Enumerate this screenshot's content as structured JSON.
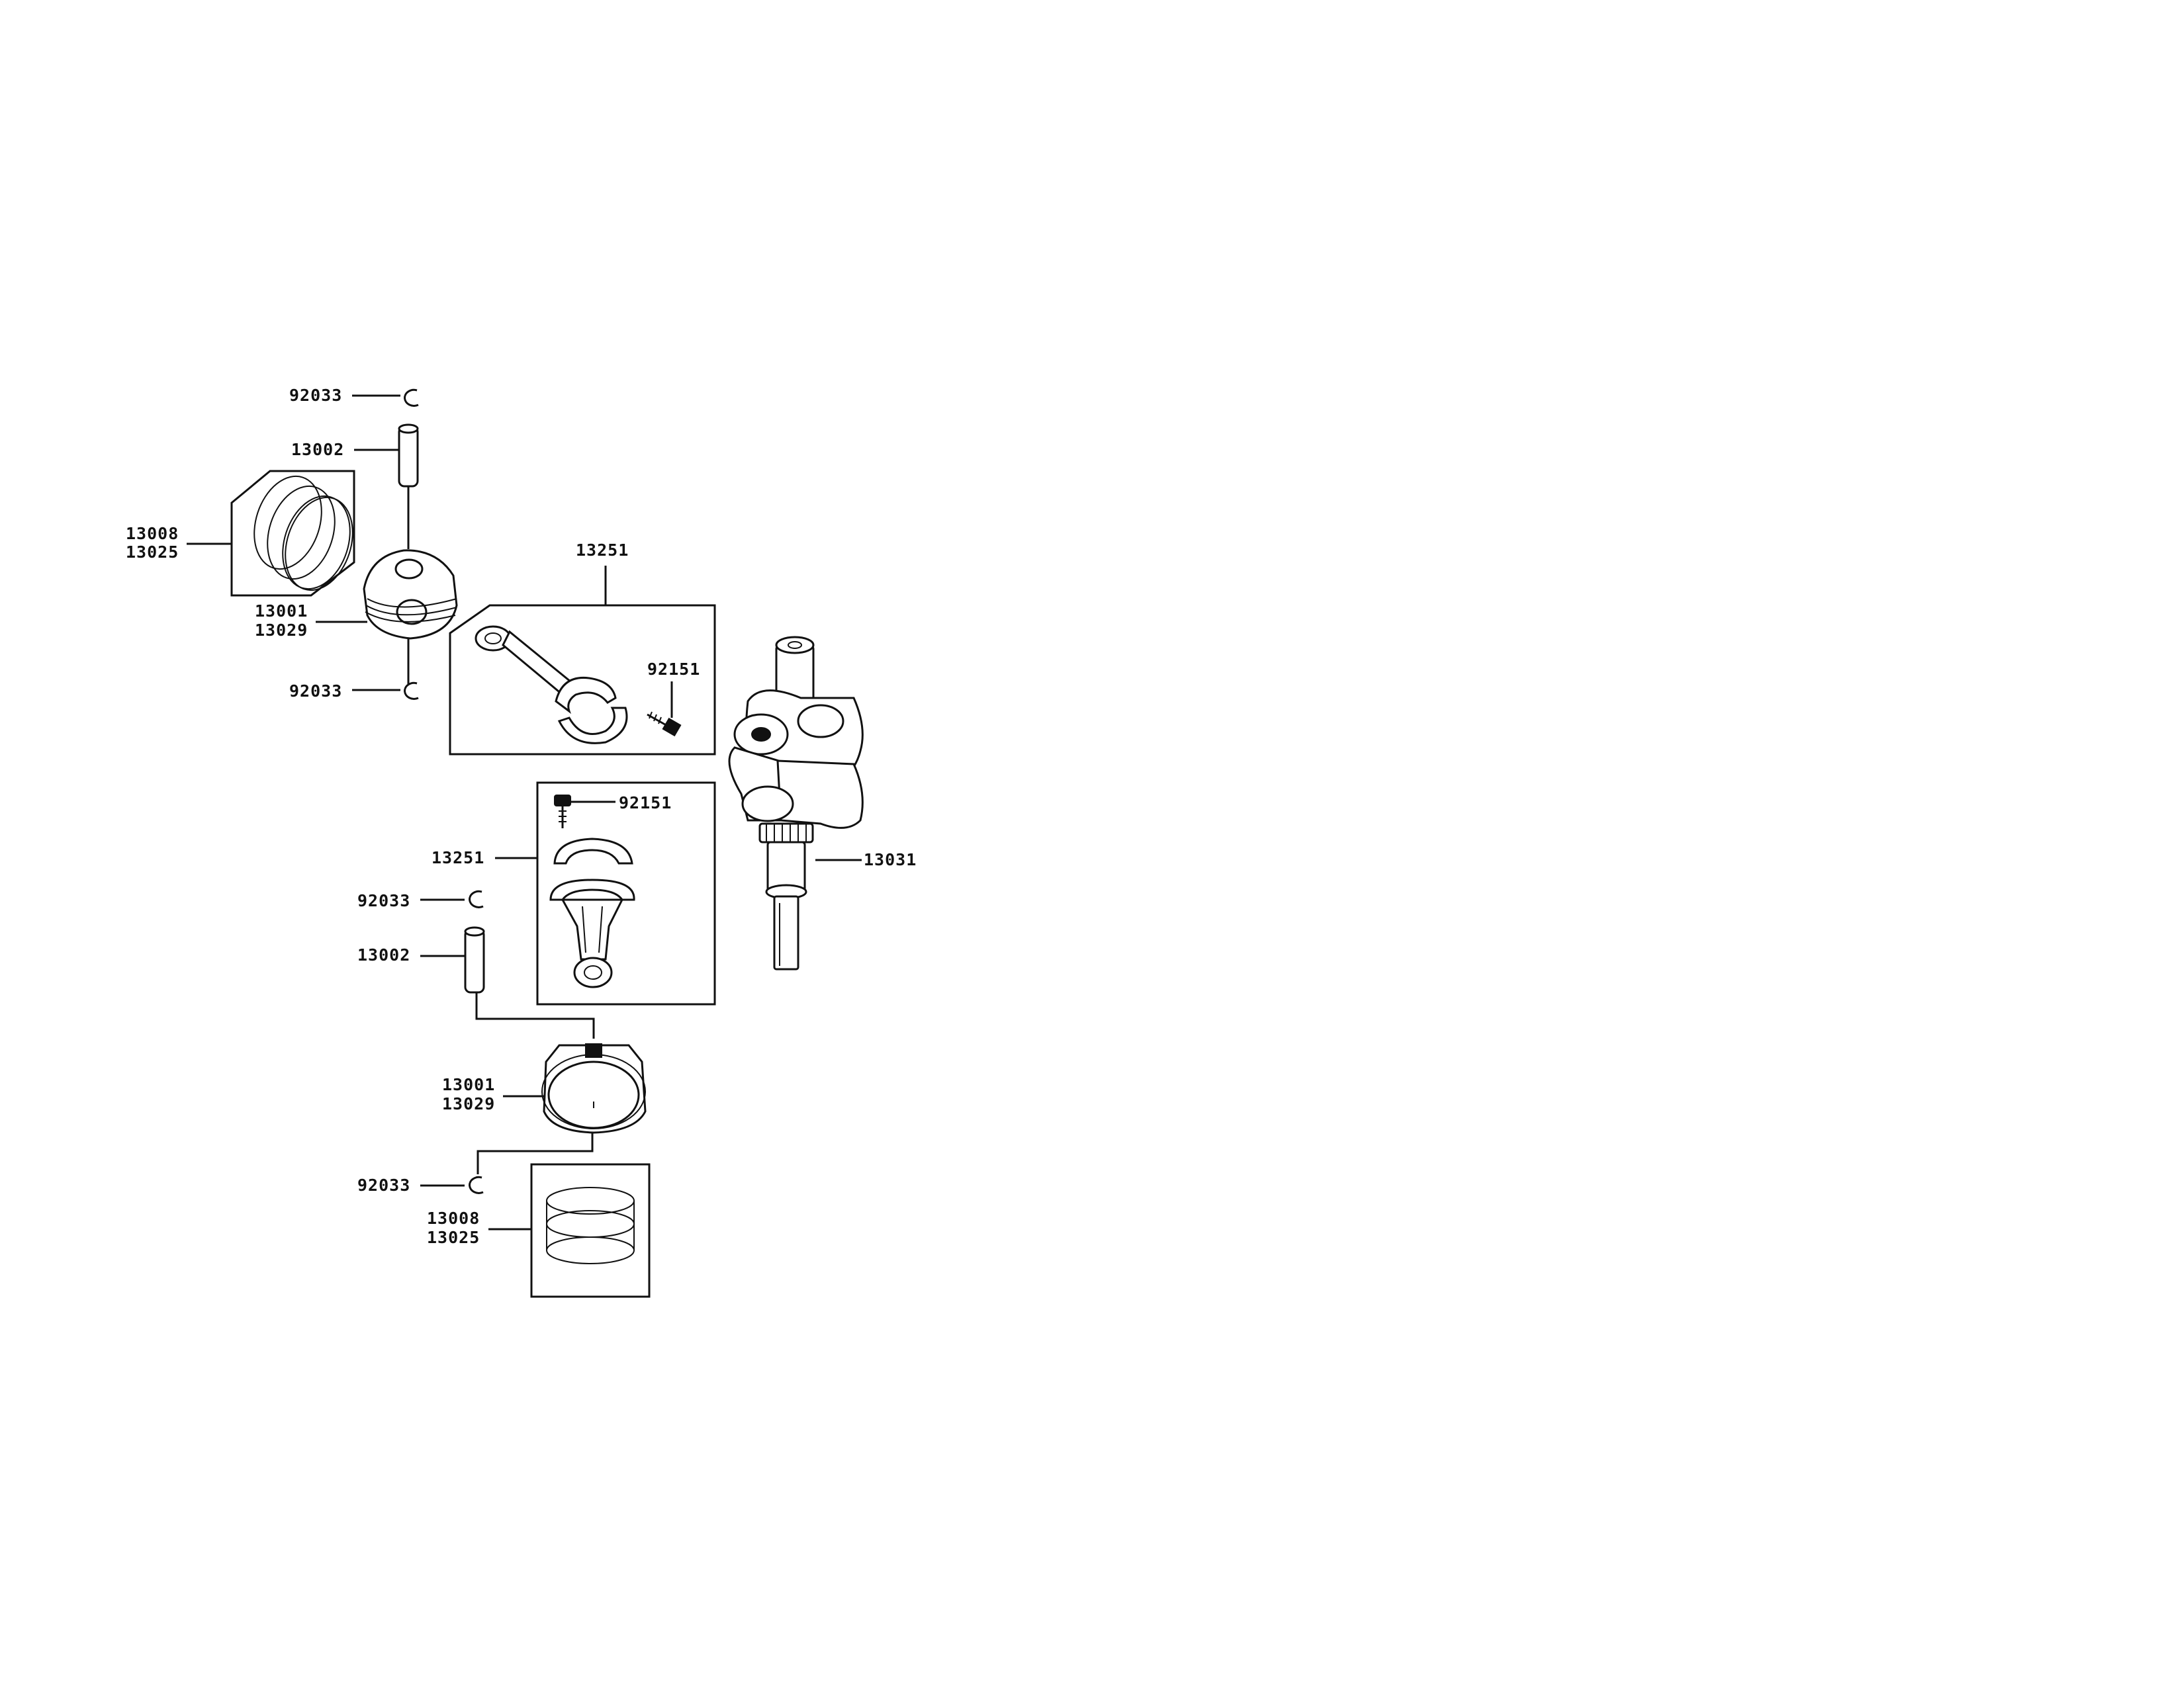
{
  "labels": {
    "top_clip_upper": "92033",
    "top_pin": "13002",
    "top_rings_a": "13008",
    "top_rings_b": "13025",
    "top_piston_a": "13001",
    "top_piston_b": "13029",
    "top_clip_lower": "92033",
    "top_rod": "13251",
    "top_bolt": "92151",
    "crankshaft": "13031",
    "bottom_bolt": "92151",
    "bottom_rod": "13251",
    "bottom_clip_upper": "92033",
    "bottom_pin": "13002",
    "bottom_piston_a": "13001",
    "bottom_piston_b": "13029",
    "bottom_clip_lower": "92033",
    "bottom_rings_a": "13008",
    "bottom_rings_b": "13025"
  },
  "icons": [
    "circlip-icon",
    "piston-pin-icon",
    "piston-rings-icon",
    "piston-icon",
    "connecting-rod-icon",
    "rod-bolt-icon",
    "crankshaft-icon"
  ]
}
